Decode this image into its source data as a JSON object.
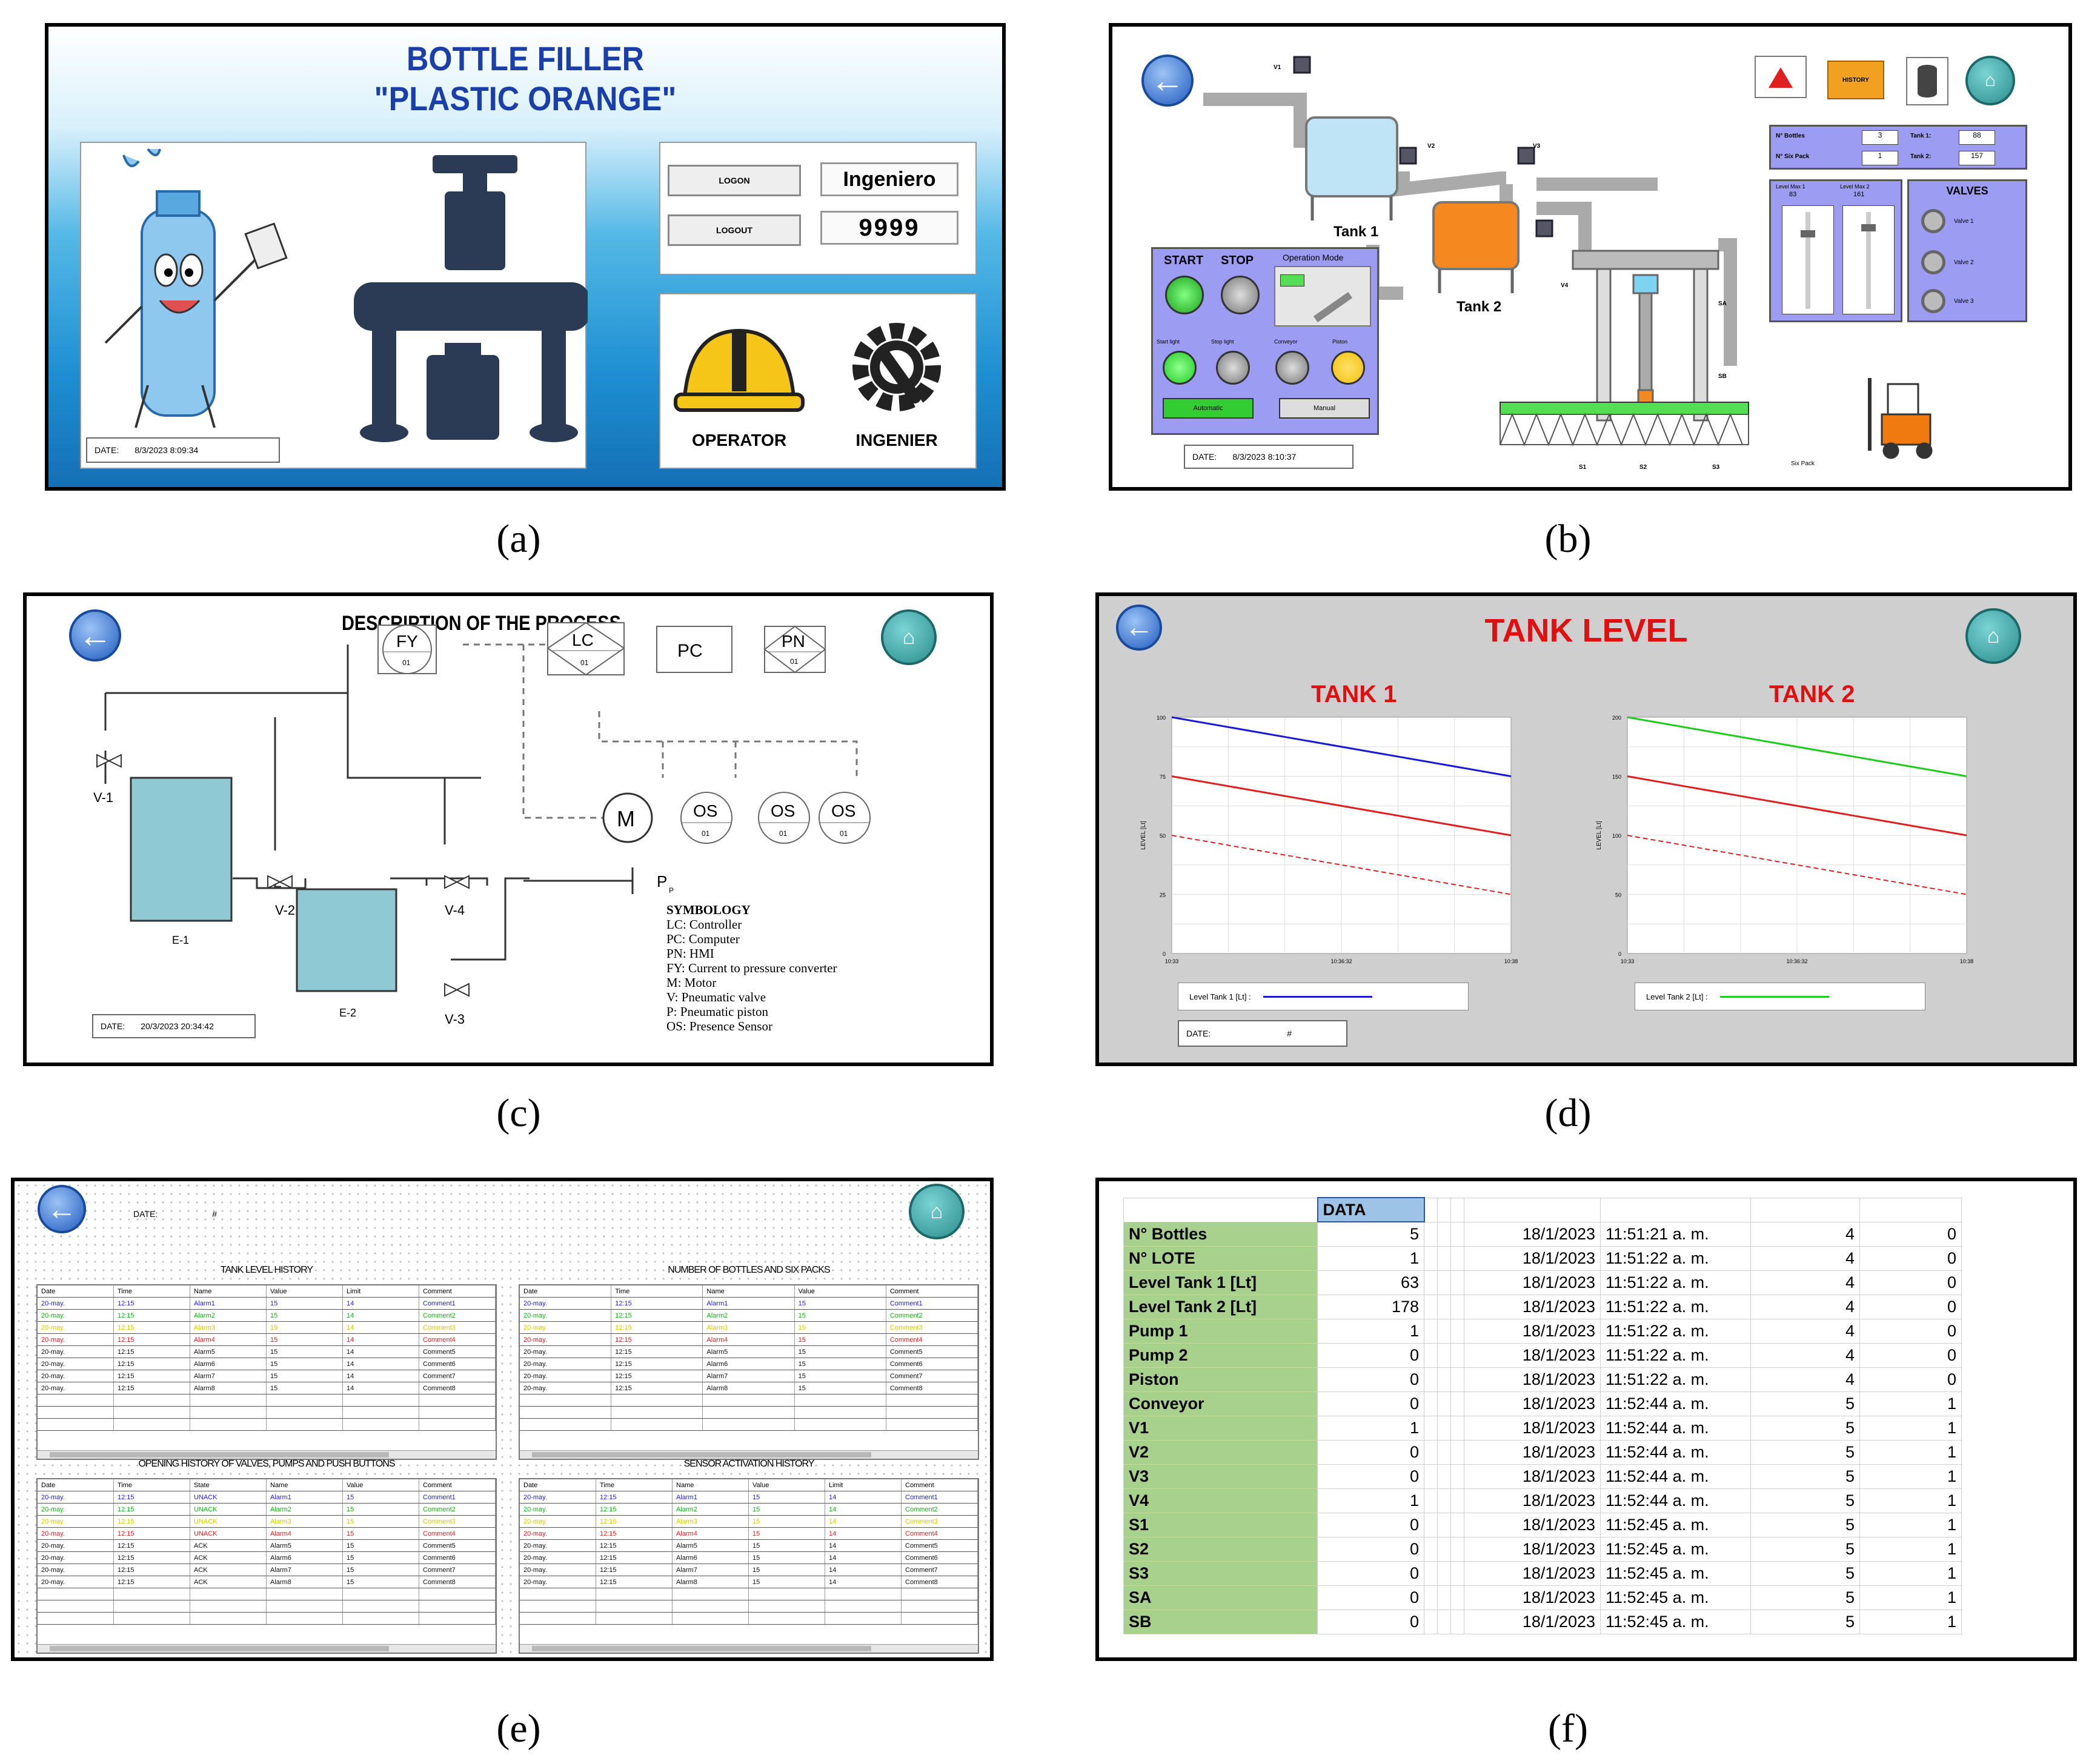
{
  "captions": {
    "a": "(a)",
    "b": "(b)",
    "c": "(c)",
    "d": "(d)",
    "e": "(e)",
    "f": "(f)"
  },
  "a": {
    "title_line1": "BOTTLE FILLER",
    "title_line2": "\"PLASTIC ORANGE\"",
    "logon_label": "LOGON",
    "logout_label": "LOGOUT",
    "user_value": "Ingeniero",
    "password_value": "9999",
    "operator_label": "OPERATOR",
    "ingenier_label": "INGENIER",
    "date_label": "DATE:",
    "date_value": "8/3/2023 8:09:34",
    "colors": {
      "title": "#1b3fa8",
      "machine": "#2b3a55",
      "helmet": "#f5c518"
    }
  },
  "b": {
    "tank1_label": "Tank 1",
    "tank2_label": "Tank 2",
    "start_label": "START",
    "stop_label": "STOP",
    "operation_mode_label": "Operation Mode",
    "start_light_label": "Start light",
    "stop_light_label": "Stop light",
    "conveyor_label": "Conveyor",
    "piston_label": "Piston",
    "automatic_label": "Automatic",
    "manual_label": "Manual",
    "bottles_label": "N° Bottles",
    "bottles_value": "3",
    "six_pack_label": "N° Six Pack",
    "six_pack_value": "1",
    "tank1_level_label": "Tank 1:",
    "tank1_level_value": "88",
    "tank2_level_label": "Tank 2:",
    "tank2_level_value": "157",
    "level_max1_label": "Level Max 1",
    "level_max1_value": "83",
    "level_max2_label": "Level Max 2",
    "level_max2_value": "161",
    "valves_title": "VALVES",
    "valve_labels": [
      "Valve 1",
      "Valve 2",
      "Valve 3"
    ],
    "valve_tags": [
      "V1",
      "V2",
      "V3",
      "V4"
    ],
    "sensor_tags": [
      "S1",
      "S2",
      "S3",
      "SA",
      "SB"
    ],
    "history_btn": "HISTORY",
    "six_pack_tag": "Six Pack",
    "date_label": "DATE:",
    "date_value": "8/3/2023 8:10:37",
    "colors": {
      "panel": "#9b9cf2",
      "orange": "#f5891f",
      "green_lamp": "#33dd33",
      "yellow_lamp": "#f2c20c"
    }
  },
  "c": {
    "title": "DESCRIPTION OF THE PROCESS",
    "instruments": [
      {
        "tag": "FY",
        "num": "01"
      },
      {
        "tag": "LC",
        "num": "01"
      },
      {
        "tag": "PC",
        "num": ""
      },
      {
        "tag": "PN",
        "num": "01"
      }
    ],
    "motor": "M",
    "sensors": [
      {
        "tag": "OS",
        "num": "01"
      },
      {
        "tag": "OS",
        "num": "01"
      },
      {
        "tag": "OS",
        "num": "01"
      }
    ],
    "piston": "P",
    "piston_sub": "P",
    "tank1": "E-1",
    "tank2": "E-2",
    "valves": [
      "V-1",
      "V-2",
      "V-3",
      "V-4"
    ],
    "symbology_title": "SYMBOLOGY",
    "symbology": [
      "LC: Controller",
      "PC: Computer",
      "PN: HMI",
      "FY:  Current to pressure converter",
      "M:  Motor",
      "V: Pneumatic valve",
      "P: Pneumatic piston",
      "OS: Presence Sensor"
    ],
    "date_label": "DATE:",
    "date_value": "20/3/2023 20:34:42"
  },
  "d": {
    "title": "TANK LEVEL",
    "date_label": "DATE:",
    "date_value": "#",
    "chart_data": [
      {
        "type": "line",
        "title": "TANK 1",
        "ylabel": "LEVEL [Lt]",
        "ylim": [
          0,
          100
        ],
        "yticks": [
          "100",
          "75",
          "50",
          "25",
          "0"
        ],
        "xticks": [
          "10:33",
          "10:36:32",
          "10:38"
        ],
        "legend": "Level Tank 1 [Lt] :",
        "series": [
          {
            "name": "Level Tank 1 [Lt]",
            "color": "#1a1ad6",
            "y": [
              100,
              75
            ]
          },
          {
            "color": "#e02020",
            "y": [
              75,
              50
            ]
          },
          {
            "color": "#e02020",
            "dashed": true,
            "y": [
              50,
              25
            ]
          }
        ]
      },
      {
        "type": "line",
        "title": "TANK 2",
        "ylabel": "LEVEL [Lt]",
        "ylim": [
          0,
          200
        ],
        "yticks": [
          "200",
          "150",
          "100",
          "50",
          "0"
        ],
        "xticks": [
          "10:33",
          "10:36:32",
          "10:38"
        ],
        "legend": "Level Tank 2 [Lt] :",
        "series": [
          {
            "name": "Level Tank 2 [Lt]",
            "color": "#1ecc1e",
            "y": [
              200,
              150
            ]
          },
          {
            "color": "#e02020",
            "y": [
              150,
              100
            ]
          },
          {
            "color": "#e02020",
            "dashed": true,
            "y": [
              100,
              50
            ]
          }
        ]
      }
    ],
    "title_color": "#e01010"
  },
  "e": {
    "date_label": "DATE:",
    "date_value": "#",
    "tables": [
      {
        "title": "TANK LEVEL HISTORY",
        "headers": [
          "Date",
          "Time",
          "Name",
          "Value",
          "Limit",
          "Comment"
        ],
        "rows": [
          {
            "c": "#2222dd",
            "v": [
              "20-may.",
              "12:15",
              "Alarm1",
              "15",
              "14",
              "Comment1"
            ]
          },
          {
            "c": "#18b018",
            "v": [
              "20-may.",
              "12:15",
              "Alarm2",
              "15",
              "14",
              "Comment2"
            ]
          },
          {
            "c": "#d8c800",
            "v": [
              "20-may.",
              "12:15",
              "Alarm3",
              "15",
              "14",
              "Comment3"
            ]
          },
          {
            "c": "#dd2222",
            "v": [
              "20-may.",
              "12:15",
              "Alarm4",
              "15",
              "14",
              "Comment4"
            ]
          },
          {
            "c": "#111111",
            "v": [
              "20-may.",
              "12:15",
              "Alarm5",
              "15",
              "14",
              "Comment5"
            ]
          },
          {
            "c": "#111111",
            "v": [
              "20-may.",
              "12:15",
              "Alarm6",
              "15",
              "14",
              "Comment6"
            ]
          },
          {
            "c": "#111111",
            "v": [
              "20-may.",
              "12:15",
              "Alarm7",
              "15",
              "14",
              "Comment7"
            ]
          },
          {
            "c": "#111111",
            "v": [
              "20-may.",
              "12:15",
              "Alarm8",
              "15",
              "14",
              "Comment8"
            ]
          }
        ]
      },
      {
        "title": "NUMBER OF BOTTLES AND SIX PACKS",
        "headers": [
          "Date",
          "Time",
          "Name",
          "Value",
          "Comment"
        ],
        "rows": [
          {
            "c": "#2222dd",
            "v": [
              "20-may.",
              "12:15",
              "Alarm1",
              "15",
              "Comment1"
            ]
          },
          {
            "c": "#18b018",
            "v": [
              "20-may.",
              "12:15",
              "Alarm2",
              "15",
              "Comment2"
            ]
          },
          {
            "c": "#d8c800",
            "v": [
              "20-may.",
              "12:15",
              "Alarm3",
              "15",
              "Comment3"
            ]
          },
          {
            "c": "#dd2222",
            "v": [
              "20-may.",
              "12:15",
              "Alarm4",
              "15",
              "Comment4"
            ]
          },
          {
            "c": "#111111",
            "v": [
              "20-may.",
              "12:15",
              "Alarm5",
              "15",
              "Comment5"
            ]
          },
          {
            "c": "#111111",
            "v": [
              "20-may.",
              "12:15",
              "Alarm6",
              "15",
              "Comment6"
            ]
          },
          {
            "c": "#111111",
            "v": [
              "20-may.",
              "12:15",
              "Alarm7",
              "15",
              "Comment7"
            ]
          },
          {
            "c": "#111111",
            "v": [
              "20-may.",
              "12:15",
              "Alarm8",
              "15",
              "Comment8"
            ]
          }
        ]
      },
      {
        "title": "OPENING HISTORY OF VALVES, PUMPS AND PUSH BUTTONS",
        "headers": [
          "Date",
          "Time",
          "State",
          "Name",
          "Value",
          "Comment"
        ],
        "rows": [
          {
            "c": "#2222dd",
            "v": [
              "20-may.",
              "12:15",
              "UNACK",
              "Alarm1",
              "15",
              "Comment1"
            ]
          },
          {
            "c": "#18b018",
            "v": [
              "20-may.",
              "12:15",
              "UNACK",
              "Alarm2",
              "15",
              "Comment2"
            ]
          },
          {
            "c": "#d8c800",
            "v": [
              "20-may.",
              "12:15",
              "UNACK",
              "Alarm3",
              "15",
              "Comment3"
            ]
          },
          {
            "c": "#dd2222",
            "v": [
              "20-may.",
              "12:15",
              "UNACK",
              "Alarm4",
              "15",
              "Comment4"
            ]
          },
          {
            "c": "#111111",
            "v": [
              "20-may.",
              "12:15",
              "ACK",
              "Alarm5",
              "15",
              "Comment5"
            ]
          },
          {
            "c": "#111111",
            "v": [
              "20-may.",
              "12:15",
              "ACK",
              "Alarm6",
              "15",
              "Comment6"
            ]
          },
          {
            "c": "#111111",
            "v": [
              "20-may.",
              "12:15",
              "ACK",
              "Alarm7",
              "15",
              "Comment7"
            ]
          },
          {
            "c": "#111111",
            "v": [
              "20-may.",
              "12:15",
              "ACK",
              "Alarm8",
              "15",
              "Comment8"
            ]
          }
        ]
      },
      {
        "title": "SENSOR ACTIVATION HISTORY",
        "headers": [
          "Date",
          "Time",
          "Name",
          "Value",
          "Limit",
          "Comment"
        ],
        "rows": [
          {
            "c": "#2222dd",
            "v": [
              "20-may.",
              "12:15",
              "Alarm1",
              "15",
              "14",
              "Comment1"
            ]
          },
          {
            "c": "#18b018",
            "v": [
              "20-may.",
              "12:15",
              "Alarm2",
              "15",
              "14",
              "Comment2"
            ]
          },
          {
            "c": "#d8c800",
            "v": [
              "20-may.",
              "12:15",
              "Alarm3",
              "15",
              "14",
              "Comment3"
            ]
          },
          {
            "c": "#dd2222",
            "v": [
              "20-may.",
              "12:15",
              "Alarm4",
              "15",
              "14",
              "Comment4"
            ]
          },
          {
            "c": "#111111",
            "v": [
              "20-may.",
              "12:15",
              "Alarm5",
              "15",
              "14",
              "Comment5"
            ]
          },
          {
            "c": "#111111",
            "v": [
              "20-may.",
              "12:15",
              "Alarm6",
              "15",
              "14",
              "Comment6"
            ]
          },
          {
            "c": "#111111",
            "v": [
              "20-may.",
              "12:15",
              "Alarm7",
              "15",
              "14",
              "Comment7"
            ]
          },
          {
            "c": "#111111",
            "v": [
              "20-may.",
              "12:15",
              "Alarm8",
              "15",
              "14",
              "Comment8"
            ]
          }
        ]
      }
    ]
  },
  "f": {
    "header": "DATA",
    "rows": [
      {
        "label": "N° Bottles",
        "value": "5",
        "date": "18/1/2023",
        "time": "11:51:21 a. m.",
        "n1": "4",
        "n2": "0"
      },
      {
        "label": "N° LOTE",
        "value": "1",
        "date": "18/1/2023",
        "time": "11:51:22 a. m.",
        "n1": "4",
        "n2": "0"
      },
      {
        "label": "Level Tank 1 [Lt]",
        "value": "63",
        "date": "18/1/2023",
        "time": "11:51:22 a. m.",
        "n1": "4",
        "n2": "0"
      },
      {
        "label": "Level Tank 2 [Lt]",
        "value": "178",
        "date": "18/1/2023",
        "time": "11:51:22 a. m.",
        "n1": "4",
        "n2": "0"
      },
      {
        "label": "Pump 1",
        "value": "1",
        "date": "18/1/2023",
        "time": "11:51:22 a. m.",
        "n1": "4",
        "n2": "0"
      },
      {
        "label": "Pump 2",
        "value": "0",
        "date": "18/1/2023",
        "time": "11:51:22 a. m.",
        "n1": "4",
        "n2": "0"
      },
      {
        "label": "Piston",
        "value": "0",
        "date": "18/1/2023",
        "time": "11:51:22 a. m.",
        "n1": "4",
        "n2": "0"
      },
      {
        "label": "Conveyor",
        "value": "0",
        "date": "18/1/2023",
        "time": "11:52:44 a. m.",
        "n1": "5",
        "n2": "1"
      },
      {
        "label": "V1",
        "value": "1",
        "date": "18/1/2023",
        "time": "11:52:44 a. m.",
        "n1": "5",
        "n2": "1"
      },
      {
        "label": "V2",
        "value": "0",
        "date": "18/1/2023",
        "time": "11:52:44 a. m.",
        "n1": "5",
        "n2": "1"
      },
      {
        "label": "V3",
        "value": "0",
        "date": "18/1/2023",
        "time": "11:52:44 a. m.",
        "n1": "5",
        "n2": "1"
      },
      {
        "label": "V4",
        "value": "1",
        "date": "18/1/2023",
        "time": "11:52:44 a. m.",
        "n1": "5",
        "n2": "1"
      },
      {
        "label": "S1",
        "value": "0",
        "date": "18/1/2023",
        "time": "11:52:45 a. m.",
        "n1": "5",
        "n2": "1"
      },
      {
        "label": "S2",
        "value": "0",
        "date": "18/1/2023",
        "time": "11:52:45 a. m.",
        "n1": "5",
        "n2": "1"
      },
      {
        "label": "S3",
        "value": "0",
        "date": "18/1/2023",
        "time": "11:52:45 a. m.",
        "n1": "5",
        "n2": "1"
      },
      {
        "label": "SA",
        "value": "0",
        "date": "18/1/2023",
        "time": "11:52:45 a. m.",
        "n1": "5",
        "n2": "1"
      },
      {
        "label": "SB",
        "value": "0",
        "date": "18/1/2023",
        "time": "11:52:45 a. m.",
        "n1": "5",
        "n2": "1"
      }
    ],
    "colors": {
      "label_bg": "#a9d18e",
      "header_bg": "#9dc3e6"
    }
  }
}
